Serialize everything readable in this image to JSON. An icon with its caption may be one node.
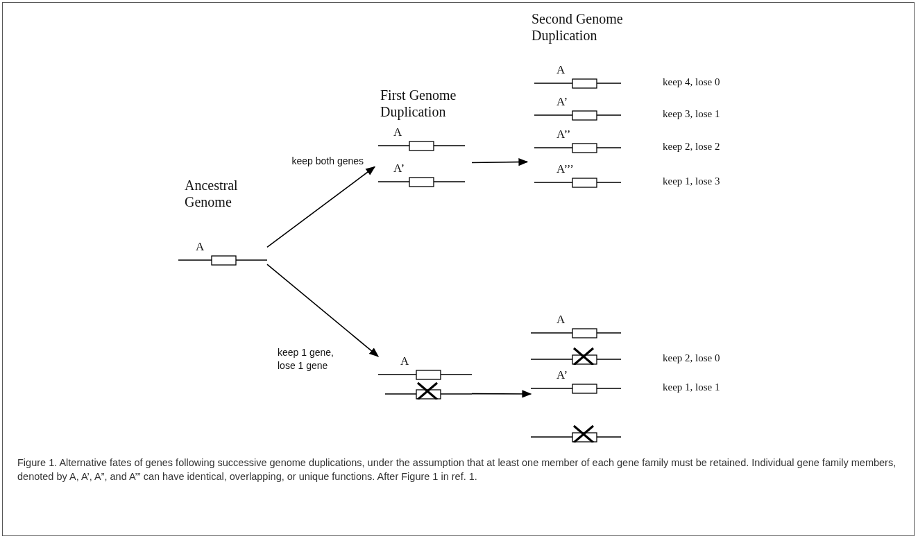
{
  "diagram": {
    "caption": "Figure 1. Alternative fates of genes following successive genome duplications, under the assumption that at least one member of each gene family must be retained. Individual gene family members, denoted by A, A’, A”, and A’” can have identical, overlapping, or unique functions. After Figure 1 in ref. 1.",
    "nodes": [
      {
        "text": [
          "Ancestral Genome"
        ]
      },
      {
        "text": [
          "A"
        ],
        "in": 0
      },
      {
        "text": [
          "First Genome Duplication"
        ]
      },
      {
        "text": [
          "A"
        ],
        "in": 2
      },
      {
        "text": [
          "A’"
        ],
        "in": 2
      },
      {
        "text": [
          "Second Genome Duplication"
        ]
      },
      {
        "text": [
          "A"
        ],
        "in": 5,
        "beside": [
          "keep 4, lose 0"
        ]
      },
      {
        "text": [
          "A’"
        ],
        "in": 5,
        "beside": [
          "keep 3, lose 1"
        ]
      },
      {
        "text": [
          "A’’"
        ],
        "in": 5,
        "beside": [
          "keep 2, lose 2"
        ]
      },
      {
        "text": [
          "A’’’"
        ],
        "in": 5,
        "beside": [
          "keep 1, lose 3"
        ]
      },
      {
        "text": [
          "A"
        ]
      },
      {
        "text": [],
        "shape": "box"
      },
      {
        "text": [
          "A"
        ]
      },
      {
        "text": [],
        "shape": "box",
        "beside": [
          "keep 2, lose 0"
        ]
      },
      {
        "text": [
          "A’"
        ],
        "beside": [
          "keep 1, lose 1"
        ]
      },
      {
        "text": [],
        "shape": "box"
      }
    ],
    "edges": [
      {
        "from": 1,
        "to": 2,
        "arrow": "to",
        "label": "keep both genes"
      },
      {
        "from": 1,
        "to": 10,
        "arrow": "to",
        "label": "keep 1 gene, lose 1 gene"
      },
      {
        "from": 2,
        "to": 5,
        "arrow": "to"
      },
      {
        "from": 11,
        "to": 14,
        "arrow": "to"
      }
    ]
  }
}
